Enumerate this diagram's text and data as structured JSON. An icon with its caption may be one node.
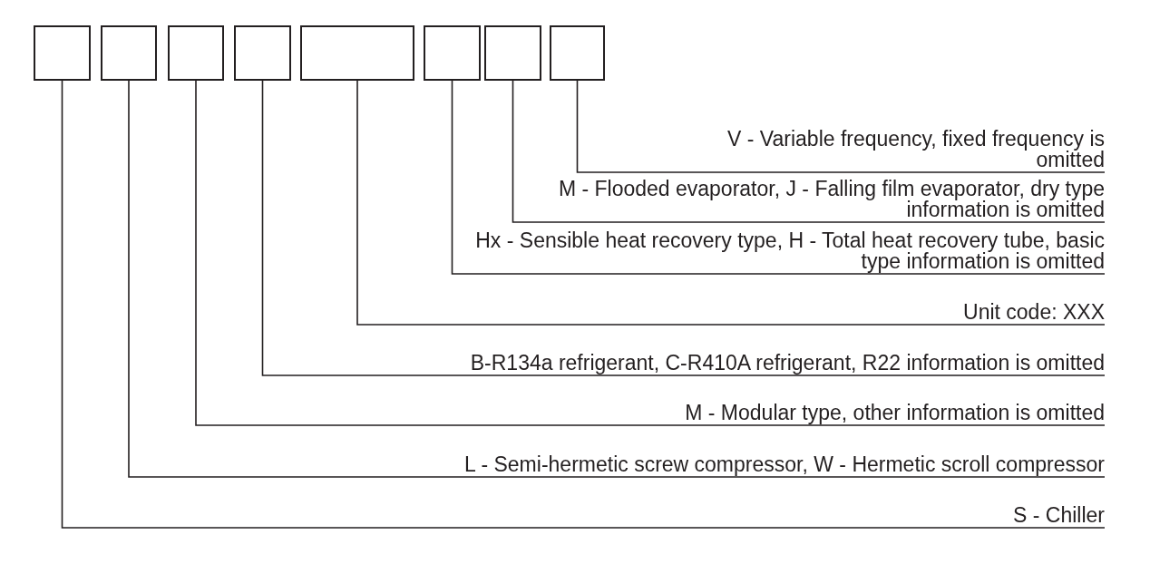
{
  "diagram": {
    "nodes": [
      {
        "text": [],
        "shape": "box"
      },
      {
        "text": [],
        "shape": "box"
      },
      {
        "text": [],
        "shape": "box"
      },
      {
        "text": [],
        "shape": "box"
      },
      {
        "text": [],
        "shape": "box"
      },
      {
        "text": [],
        "shape": "box"
      },
      {
        "text": [],
        "shape": "box"
      },
      {
        "text": [],
        "shape": "box"
      },
      {
        "text": [
          "V - Variable frequency, fixed frequency is omitted"
        ]
      },
      {
        "text": [
          "M - Flooded evaporator, J - Falling film evaporator, dry type information is omitted"
        ]
      },
      {
        "text": [
          "Hx - Sensible heat recovery type, H - Total heat recovery tube, basic type information is omitted"
        ]
      },
      {
        "text": [
          "Unit code: XXX"
        ]
      },
      {
        "text": [
          "B-R134a refrigerant, C-R410A refrigerant, R22 information is omitted"
        ]
      },
      {
        "text": [
          "M - Modular type, other information is omitted"
        ]
      },
      {
        "text": [
          "L - Semi-hermetic screw compressor, W - Hermetic scroll compressor"
        ]
      },
      {
        "text": [
          "S - Chiller"
        ]
      }
    ],
    "edges": [
      {
        "from": 8,
        "to": 7,
        "arrow": "none"
      },
      {
        "from": 9,
        "to": 6,
        "arrow": "none"
      },
      {
        "from": 10,
        "to": 5,
        "arrow": "none"
      },
      {
        "from": 11,
        "to": 4,
        "arrow": "none"
      },
      {
        "from": 12,
        "to": 3,
        "arrow": "none"
      },
      {
        "from": 13,
        "to": 2,
        "arrow": "none"
      },
      {
        "from": 14,
        "to": 1,
        "arrow": "none"
      },
      {
        "from": 15,
        "to": 0,
        "arrow": "none"
      }
    ]
  }
}
